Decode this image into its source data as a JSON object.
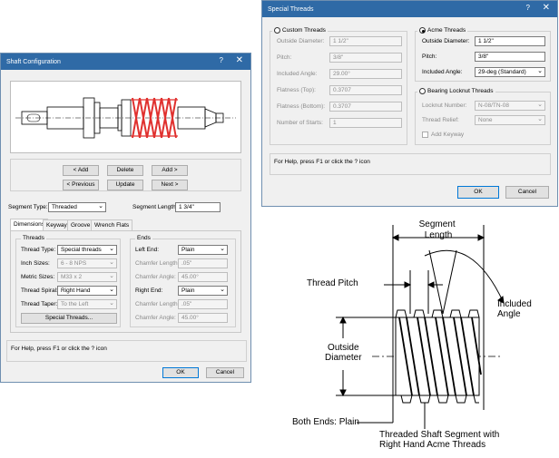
{
  "shaft_dialog": {
    "title": "Shaft Configuration",
    "help_icon": "?",
    "close_icon": "✕",
    "buttons_row1": [
      "< Add",
      "Delete",
      "Add >"
    ],
    "buttons_row2": [
      "< Previous",
      "Update",
      "Next >"
    ],
    "segment_type_label": "Segment Type:",
    "segment_type_value": "Threaded",
    "segment_length_label": "Segment Length:",
    "segment_length_value": "1 3/4\"",
    "tabs": [
      "Dimensions",
      "Keyway",
      "Groove",
      "Wrench Flats"
    ],
    "threads_group": "Threads",
    "thread_type_label": "Thread Type:",
    "thread_type_value": "Special threads",
    "inch_sizes_label": "Inch Sizes:",
    "inch_sizes_value": "6 - 8 NPS",
    "metric_sizes_label": "Metric Sizes:",
    "metric_sizes_value": "M33 x 2",
    "thread_spiral_label": "Thread Spiral:",
    "thread_spiral_value": "Right Hand",
    "thread_taper_label": "Thread Taper:",
    "thread_taper_value": "To the Left",
    "special_threads_button": "Special Threads...",
    "ends_group": "Ends",
    "left_end_label": "Left End:",
    "left_end_value": "Plain",
    "left_chamfer_length_label": "Chamfer Length:",
    "left_chamfer_length_value": ".05\"",
    "left_chamfer_angle_label": "Chamfer Angle:",
    "left_chamfer_angle_value": "45.00°",
    "right_end_label": "Right End:",
    "right_end_value": "Plain",
    "right_chamfer_length_label": "Chamfer Length:",
    "right_chamfer_length_value": ".05\"",
    "right_chamfer_angle_label": "Chamfer Angle:",
    "right_chamfer_angle_value": "45.00°",
    "help_text": "For Help, press F1 or click the ? icon",
    "ok": "OK",
    "cancel": "Cancel"
  },
  "special_dialog": {
    "title": "Special Threads",
    "help_icon": "?",
    "close_icon": "✕",
    "custom_threads_label": "Custom Threads",
    "outside_diameter_label": "Outside Diameter:",
    "custom_outside_diameter": "1 1/2\"",
    "pitch_label": "Pitch:",
    "custom_pitch": "3/8\"",
    "included_angle_label": "Included Angle:",
    "custom_included_angle": "29.00°",
    "flatness_top_label": "Flatness (Top):",
    "flatness_top_value": "0.3707",
    "flatness_bottom_label": "Flatness (Bottom):",
    "flatness_bottom_value": "0.3707",
    "number_of_starts_label": "Number of Starts:",
    "number_of_starts_value": "1",
    "acme_threads_label": "Acme Threads",
    "acme_outside_diameter": "1 1/2\"",
    "acme_pitch": "3/8\"",
    "acme_included_angle": "29-deg (Standard)",
    "bearing_locknut_label": "Bearing Locknut Threads",
    "locknut_number_label": "Locknut Number:",
    "locknut_number_value": "N-08/TN-08",
    "thread_relief_label": "Thread Relief:",
    "thread_relief_value": "None",
    "add_keyway_label": "Add Keyway",
    "help_text": "For Help, press F1 or click the ? icon",
    "ok": "OK",
    "cancel": "Cancel"
  },
  "diagram": {
    "segment_length": "Segment\nLength",
    "thread_pitch": "Thread Pitch",
    "included_angle": "Included\nAngle",
    "outside_diameter": "Outside\nDiameter",
    "both_ends": "Both Ends: Plain",
    "caption": "Threaded Shaft Segment with\nRight Hand Acme Threads"
  },
  "colors": {
    "titlebar": "#2f6aa6",
    "thread_red": "#e0302e"
  }
}
